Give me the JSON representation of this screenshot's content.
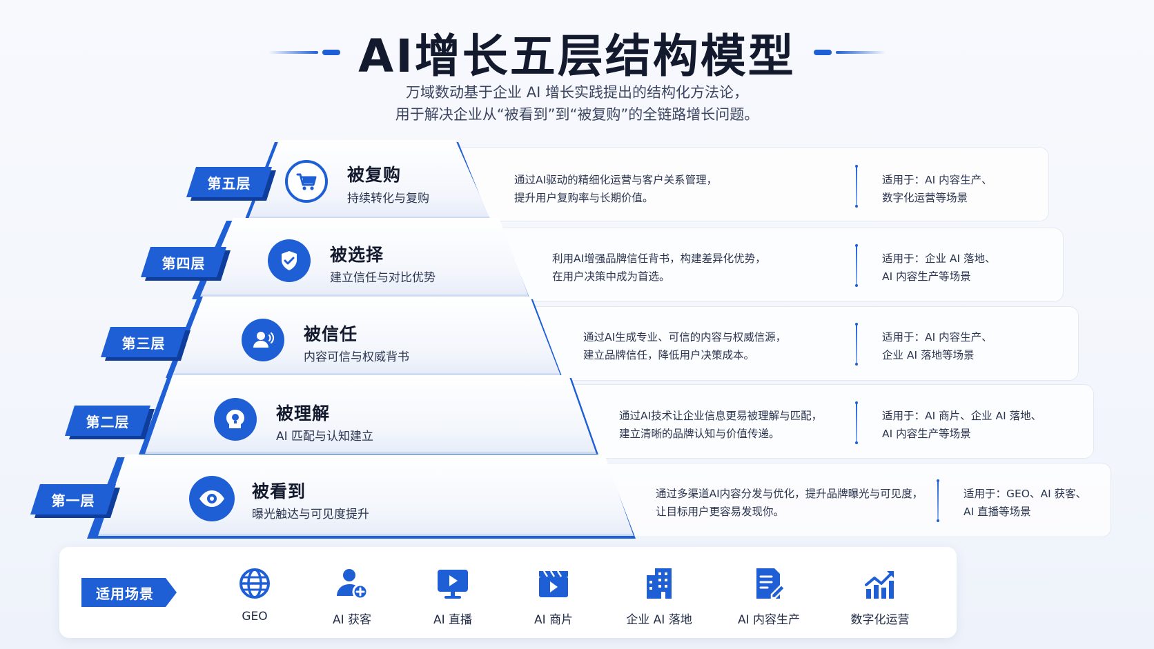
{
  "header": {
    "title": "AI增长五层结构模型",
    "subtitle_line1": "万域数动基于企业 AI 增长实践提出的结构化方法论，",
    "subtitle_line2": "用于解决企业从“被看到”到“被复购”的全链路增长问题。"
  },
  "layers": [
    {
      "level": "第五层",
      "title": "被复购",
      "subtitle": "持续转化与复购",
      "icon": "cart-refresh-icon",
      "desc_line1": "通过AI驱动的精细化运营与客户关系管理，",
      "desc_line2": "提升用户复购率与长期价值。",
      "scene_line1": "适用于：AI 内容生产、",
      "scene_line2": "数字化运营等场景"
    },
    {
      "level": "第四层",
      "title": "被选择",
      "subtitle": "建立信任与对比优势",
      "icon": "shield-check-icon",
      "desc_line1": "利用AI增强品牌信任背书，构建差异化优势，",
      "desc_line2": "在用户决策中成为首选。",
      "scene_line1": "适用于：企业 AI 落地、",
      "scene_line2": "AI 内容生产等场景"
    },
    {
      "level": "第三层",
      "title": "被信任",
      "subtitle": "内容可信与权威背书",
      "icon": "user-voice-icon",
      "desc_line1": "通过AI生成专业、可信的内容与权威信源，",
      "desc_line2": "建立品牌信任，降低用户决策成本。",
      "scene_line1": "适用于：AI 内容生产、",
      "scene_line2": "企业 AI 落地等场景"
    },
    {
      "level": "第二层",
      "title": "被理解",
      "subtitle": "AI 匹配与认知建立",
      "icon": "head-bulb-icon",
      "desc_line1": "通过AI技术让企业信息更易被理解与匹配，",
      "desc_line2": "建立清晰的品牌认知与价值传递。",
      "scene_line1": "适用于：AI 商片、企业 AI 落地、",
      "scene_line2": "AI 内容生产等场景"
    },
    {
      "level": "第一层",
      "title": "被看到",
      "subtitle": "曝光触达与可见度提升",
      "icon": "eye-icon",
      "desc_line1": "通过多渠道AI内容分发与优化，提升品牌曝光与可见度，",
      "desc_line2": "让目标用户更容易发现你。",
      "scene_line1": "适用于：GEO、AI 获客、",
      "scene_line2": "AI 直播等场景"
    }
  ],
  "scenarios": {
    "tag": "适用场景",
    "items": [
      {
        "label": "GEO",
        "icon": "globe-icon"
      },
      {
        "label": "AI 获客",
        "icon": "user-add-icon"
      },
      {
        "label": "AI 直播",
        "icon": "monitor-play-icon"
      },
      {
        "label": "AI 商片",
        "icon": "video-clapper-icon"
      },
      {
        "label": "企业 AI 落地",
        "icon": "building-icon"
      },
      {
        "label": "AI 内容生产",
        "icon": "document-edit-icon"
      },
      {
        "label": "数字化运营",
        "icon": "growth-chart-icon"
      }
    ]
  },
  "colors": {
    "accent": "#1f5fd6",
    "accent_dark": "#0f3d9c",
    "title_text": "#141a2e",
    "body_text": "#2b3550"
  }
}
